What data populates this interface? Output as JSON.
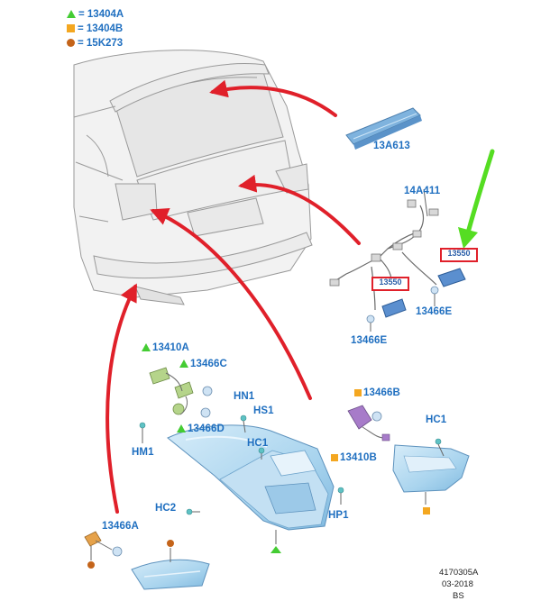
{
  "legend": [
    {
      "marker": "green-triangle",
      "text": "= 13404A"
    },
    {
      "marker": "orange-square",
      "text": "= 13404B"
    },
    {
      "marker": "brown-circle",
      "text": "= 15K273"
    }
  ],
  "callouts": {
    "p13A613": "13A613",
    "p14A411": "14A411",
    "p13466E_right": "13466E",
    "p13466E_left": "13466E",
    "p13410A": "13410A",
    "p13466C": "13466C",
    "p13466D": "13466D",
    "pHN1": "HN1",
    "pHS1": "HS1",
    "pHM1": "HM1",
    "pHC1_mid": "HC1",
    "pHC2": "HC2",
    "pHP1": "HP1",
    "p13466A": "13466A",
    "p13466B": "13466B",
    "p13410B": "13410B",
    "pHC1_right": "HC1"
  },
  "highlight_boxes": {
    "box_upper": "13550",
    "box_lower": "13550"
  },
  "footer": {
    "code": "4170305A",
    "date": "03-2018",
    "region": "BS"
  },
  "colors": {
    "label_blue": "#1f6fc0",
    "arrow_red": "#e0202a",
    "arrow_green": "#55dd22",
    "marker_green": "#44cc33",
    "marker_orange": "#f4a720",
    "marker_brown": "#c4641a",
    "lamp_blue": "#a9d4ee"
  }
}
